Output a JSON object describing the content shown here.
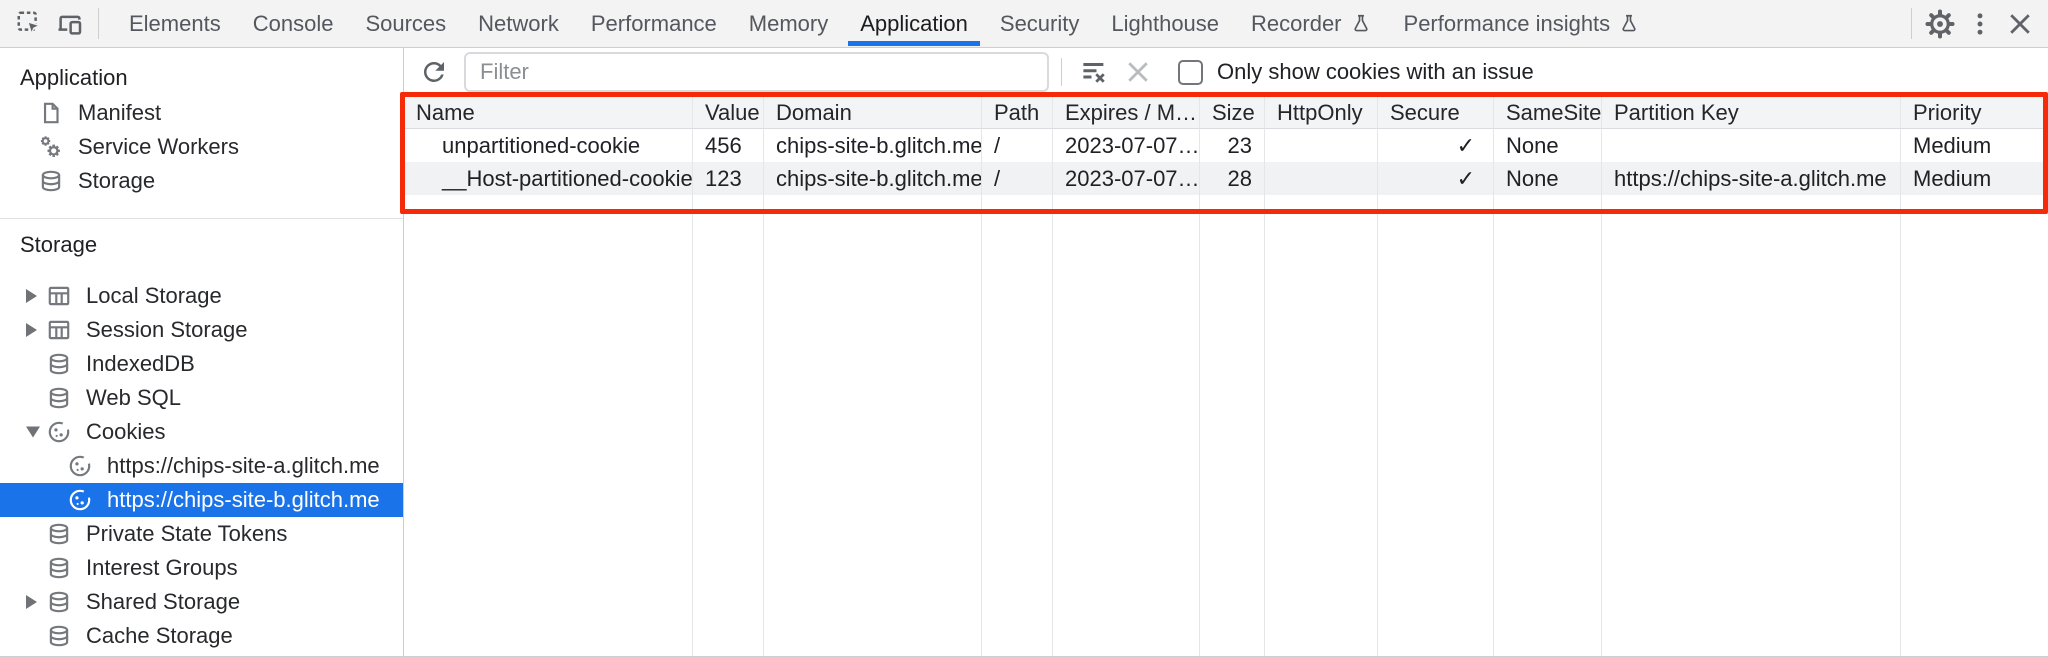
{
  "toolbar": {
    "tabs": [
      {
        "label": "Elements"
      },
      {
        "label": "Console"
      },
      {
        "label": "Sources"
      },
      {
        "label": "Network"
      },
      {
        "label": "Performance"
      },
      {
        "label": "Memory"
      },
      {
        "label": "Application",
        "active": true
      },
      {
        "label": "Security"
      },
      {
        "label": "Lighthouse"
      },
      {
        "label": "Recorder",
        "flask": true
      },
      {
        "label": "Performance insights",
        "flask": true
      }
    ],
    "active_tab": "Application",
    "icons": [
      "inspect-icon",
      "device-toolbar-icon",
      "settings-gear-icon",
      "more-options-icon",
      "close-icon"
    ]
  },
  "sidebar": {
    "sections": [
      {
        "title": "Application",
        "items": [
          {
            "label": "Manifest",
            "icon": "manifest-document-icon"
          },
          {
            "label": "Service Workers",
            "icon": "service-workers-gears-icon"
          },
          {
            "label": "Storage",
            "icon": "database-icon"
          }
        ]
      },
      {
        "title": "Storage",
        "items": [
          {
            "label": "Local Storage",
            "icon": "table-icon",
            "expander": "collapsed"
          },
          {
            "label": "Session Storage",
            "icon": "table-icon",
            "expander": "collapsed"
          },
          {
            "label": "IndexedDB",
            "icon": "database-icon"
          },
          {
            "label": "Web SQL",
            "icon": "database-icon"
          },
          {
            "label": "Cookies",
            "icon": "cookie-icon",
            "expander": "expanded"
          },
          {
            "label": "https://chips-site-a.glitch.me",
            "icon": "cookie-icon",
            "depth": 2
          },
          {
            "label": "https://chips-site-b.glitch.me",
            "icon": "cookie-icon",
            "depth": 2,
            "selected": true
          },
          {
            "label": "Private State Tokens",
            "icon": "database-icon"
          },
          {
            "label": "Interest Groups",
            "icon": "database-icon"
          },
          {
            "label": "Shared Storage",
            "icon": "database-icon",
            "expander": "collapsed"
          },
          {
            "label": "Cache Storage",
            "icon": "database-icon"
          }
        ]
      }
    ]
  },
  "filter_bar": {
    "placeholder": "Filter",
    "filter_value": "",
    "checkbox_label": "Only show cookies with an issue",
    "checkbox_checked": false
  },
  "cookies_table": {
    "columns": [
      "Name",
      "Value",
      "Domain",
      "Path",
      "Expires / M…",
      "Size",
      "HttpOnly",
      "Secure",
      "SameSite",
      "Partition Key",
      "Priority"
    ],
    "rows": [
      {
        "name": "unpartitioned-cookie",
        "value": "456",
        "domain": "chips-site-b.glitch.me",
        "path": "/",
        "expires": "2023-07-07…",
        "size": "23",
        "http_only": "",
        "secure": "✓",
        "same_site": "None",
        "partition_key": "",
        "priority": "Medium"
      },
      {
        "name": "__Host-partitioned-cookie",
        "value": "123",
        "domain": "chips-site-b.glitch.me",
        "path": "/",
        "expires": "2023-07-07…",
        "size": "28",
        "http_only": "",
        "secure": "✓",
        "same_site": "None",
        "partition_key": "https://chips-site-a.glitch.me",
        "priority": "Medium"
      }
    ]
  },
  "colors": {
    "accent_blue": "#1a73e8",
    "selection_bg": "#1a73e8",
    "annotation_red": "#f42a08",
    "toolbar_bg": "#f3f3f3",
    "header_row_bg": "#f3f4f6",
    "striped_row_bg": "#f1f2f4"
  }
}
